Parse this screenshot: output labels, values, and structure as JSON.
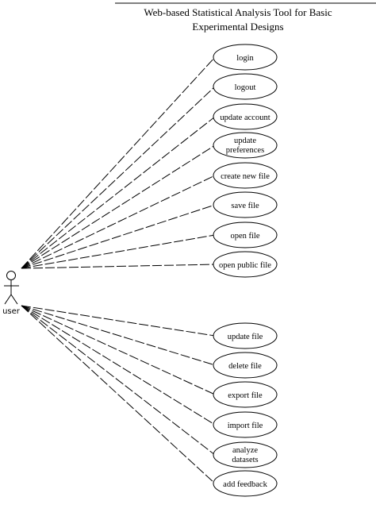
{
  "diagram": {
    "system_title_line1": "Web-based Statistical Analysis Tool for Basic",
    "system_title_line2": "Experimental Designs",
    "actor_label": "user",
    "use_cases": [
      {
        "id": "login",
        "lines": [
          "login"
        ]
      },
      {
        "id": "logout",
        "lines": [
          "logout"
        ]
      },
      {
        "id": "update-account",
        "lines": [
          "update account"
        ]
      },
      {
        "id": "update-preferences",
        "lines": [
          "update",
          "preferences"
        ]
      },
      {
        "id": "create-new-file",
        "lines": [
          "create new file"
        ]
      },
      {
        "id": "save-file",
        "lines": [
          "save file"
        ]
      },
      {
        "id": "open-file",
        "lines": [
          "open file"
        ]
      },
      {
        "id": "open-public-file",
        "lines": [
          "open public file"
        ]
      },
      {
        "id": "update-file",
        "lines": [
          "update file"
        ]
      },
      {
        "id": "delete-file",
        "lines": [
          "delete file"
        ]
      },
      {
        "id": "export-file",
        "lines": [
          "export file"
        ]
      },
      {
        "id": "import-file",
        "lines": [
          "import file"
        ]
      },
      {
        "id": "analyze-datasets",
        "lines": [
          "analyze",
          "datasets"
        ]
      },
      {
        "id": "add-feedback",
        "lines": [
          "add feedback"
        ]
      }
    ],
    "colors": {
      "stroke": "#000000",
      "background": "#ffffff"
    }
  }
}
